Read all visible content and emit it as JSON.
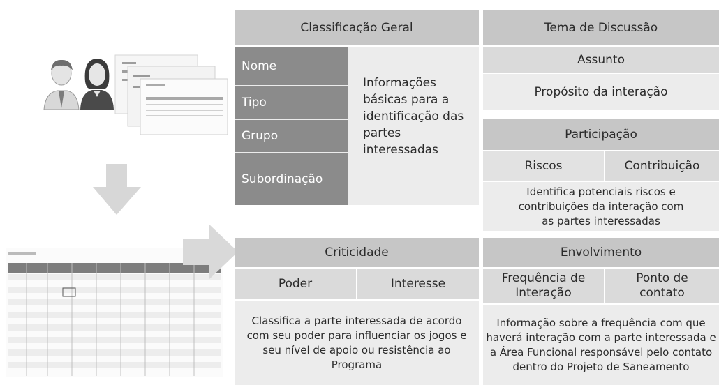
{
  "classificacao": {
    "title": "Classificação Geral",
    "fields": [
      "Nome",
      "Tipo",
      "Grupo",
      "Subordinação"
    ],
    "description": "Informações básicas para a identificação das partes interessadas"
  },
  "tema": {
    "title": "Tema de Discussão",
    "assunto": "Assunto",
    "assunto_desc": "Propósito da interação"
  },
  "participacao": {
    "title": "Participação",
    "riscos": "Riscos",
    "contribuicao": "Contribuição",
    "desc": "Identifica potenciais riscos e contribuições da interação com as partes interessadas"
  },
  "criticidade": {
    "title": "Criticidade",
    "poder": "Poder",
    "interesse": "Interesse",
    "desc": "Classifica a parte interessada de acordo com seu poder para influenciar os jogos e seu nível de apoio ou resistência ao Programa"
  },
  "envolvimento": {
    "title": "Envolvimento",
    "frequencia": "Frequência de Interação",
    "ponto": "Ponto de contato",
    "desc": "Informação sobre a frequência com que haverá interação com a parte interessada e a Área Funcional responsável pelo contato dentro do Projeto de Saneamento"
  }
}
